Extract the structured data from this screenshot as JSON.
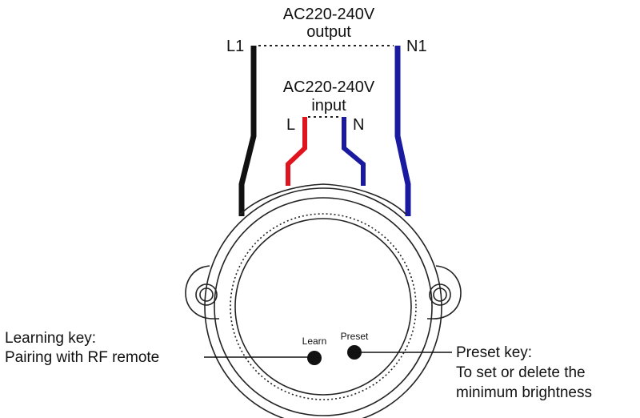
{
  "output": {
    "voltage": "AC220-240V",
    "caption": "output",
    "terminal_left": "L1",
    "terminal_right": "N1"
  },
  "input": {
    "voltage": "AC220-240V",
    "caption": "input",
    "terminal_left": "L",
    "terminal_right": "N"
  },
  "buttons": {
    "learn_label": "Learn",
    "preset_label": "Preset"
  },
  "callouts": {
    "learning_title": "Learning key:",
    "learning_desc": "Pairing with RF remote",
    "preset_title": "Preset key:",
    "preset_desc_line1": "To set or delete the",
    "preset_desc_line2": "minimum brightness"
  },
  "colors": {
    "live_output": "#111111",
    "neutral": "#1a1aa0",
    "live_input": "#e0141e",
    "outline": "#222222"
  }
}
